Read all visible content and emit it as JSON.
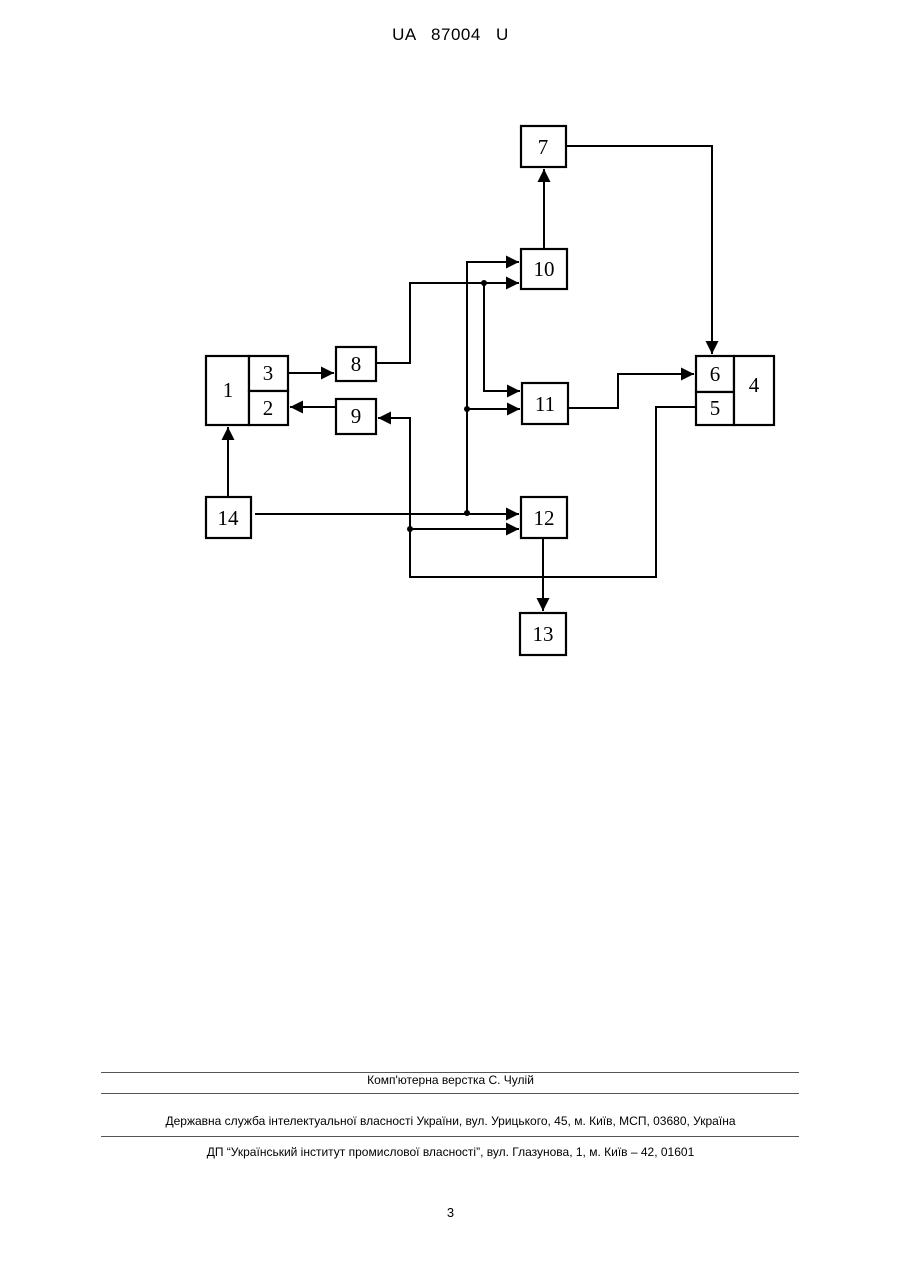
{
  "header": {
    "patent_number": "UA   87004   U"
  },
  "diagram": {
    "blocks": [
      {
        "id": "b1",
        "label": "1"
      },
      {
        "id": "b2",
        "label": "2"
      },
      {
        "id": "b3",
        "label": "3"
      },
      {
        "id": "b4",
        "label": "4"
      },
      {
        "id": "b5",
        "label": "5"
      },
      {
        "id": "b6",
        "label": "6"
      },
      {
        "id": "b7",
        "label": "7"
      },
      {
        "id": "b8",
        "label": "8"
      },
      {
        "id": "b9",
        "label": "9"
      },
      {
        "id": "b10",
        "label": "10"
      },
      {
        "id": "b11",
        "label": "11"
      },
      {
        "id": "b12",
        "label": "12"
      },
      {
        "id": "b13",
        "label": "13"
      },
      {
        "id": "b14",
        "label": "14"
      }
    ]
  },
  "footer": {
    "typesetting": "Комп'ютерна верстка С. Чулій",
    "agency": "Державна служба інтелектуальної власності України, вул. Урицького, 45, м. Київ, МСП, 03680, Україна",
    "institute": "ДП “Український інститут промислової власності”, вул. Глазунова, 1, м. Київ – 42, 01601"
  },
  "page_number": "3"
}
